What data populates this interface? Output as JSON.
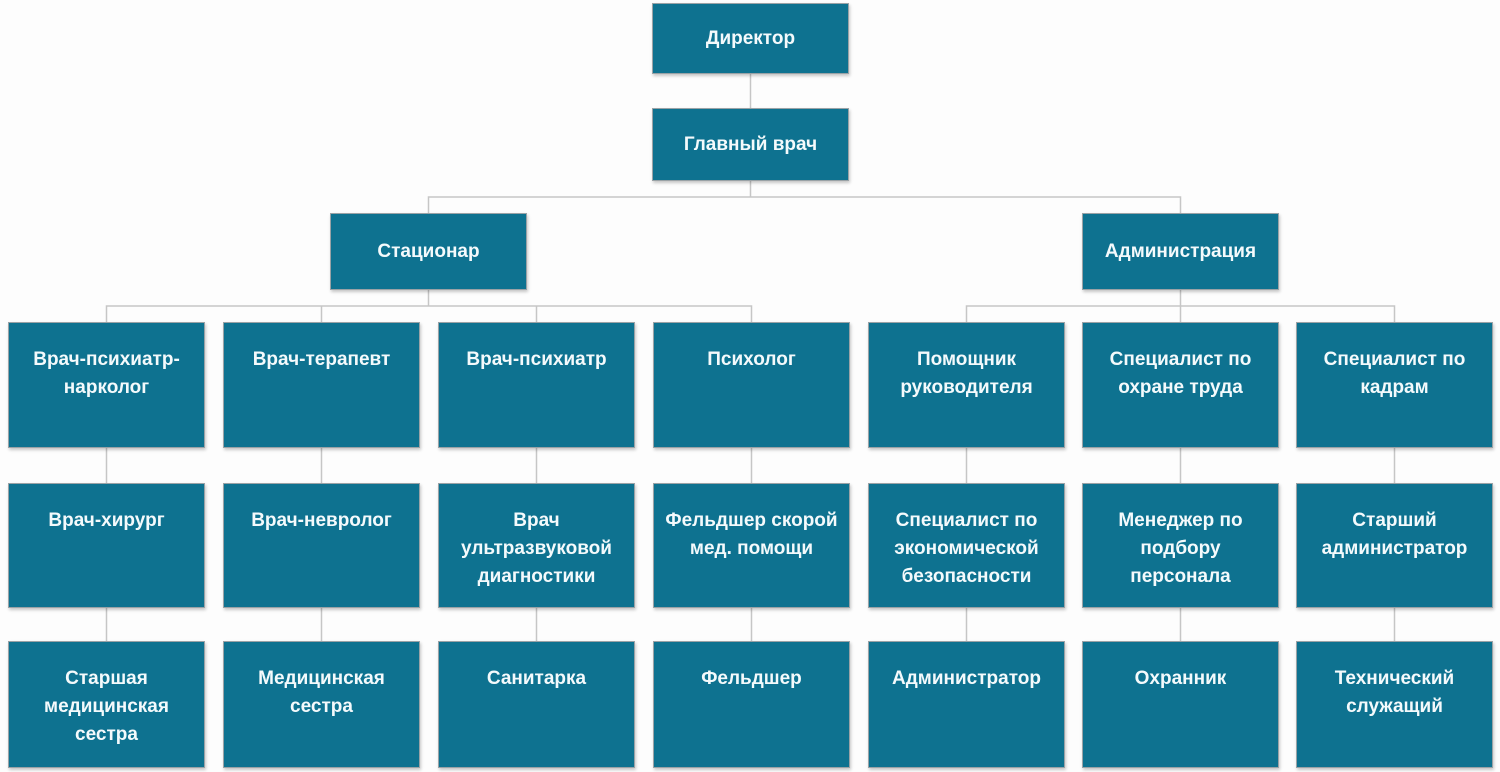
{
  "diagram": {
    "type": "org-chart",
    "language": "ru",
    "colors": {
      "node_fill": "#0e7290",
      "node_border": "#9aa2a6",
      "node_text": "#f4fafc",
      "connector": "#c6c6c6",
      "background": "#fdfdfd"
    },
    "nodes": [
      {
        "id": "director",
        "label": "Директор",
        "level": 1,
        "parent": null
      },
      {
        "id": "chief-physician",
        "label": "Главный врач",
        "level": 2,
        "parent": "director"
      },
      {
        "id": "inpatient-dept",
        "label": "Стационар",
        "level": 3,
        "parent": "chief-physician"
      },
      {
        "id": "administration-dept",
        "label": "Администрация",
        "level": 3,
        "parent": "chief-physician"
      },
      {
        "id": "psychiatrist-narcologist",
        "label": "Врач-психиатр-нарколог",
        "level": 4,
        "parent": "inpatient-dept"
      },
      {
        "id": "therapist",
        "label": "Врач-терапевт",
        "level": 4,
        "parent": "inpatient-dept"
      },
      {
        "id": "psychiatrist",
        "label": "Врач-психиатр",
        "level": 4,
        "parent": "inpatient-dept"
      },
      {
        "id": "psychologist",
        "label": "Психолог",
        "level": 4,
        "parent": "inpatient-dept"
      },
      {
        "id": "assistant-to-head",
        "label": "Помощник руководителя",
        "level": 4,
        "parent": "administration-dept"
      },
      {
        "id": "labor-safety-specialist",
        "label": "Специалист по охране труда",
        "level": 4,
        "parent": "administration-dept"
      },
      {
        "id": "hr-specialist",
        "label": "Специалист по кадрам",
        "level": 4,
        "parent": "administration-dept"
      },
      {
        "id": "surgeon",
        "label": "Врач-хирург",
        "level": 5,
        "parent": "psychiatrist-narcologist"
      },
      {
        "id": "neurologist",
        "label": "Врач-невролог",
        "level": 5,
        "parent": "therapist"
      },
      {
        "id": "ultrasound-doctor",
        "label": "Врач ультразвуковой диагностики",
        "level": 5,
        "parent": "psychiatrist"
      },
      {
        "id": "ambulance-paramedic",
        "label": "Фельдшер скорой мед. помощи",
        "level": 5,
        "parent": "psychologist"
      },
      {
        "id": "economic-security-specialist",
        "label": "Специалист по экономической безопасности",
        "level": 5,
        "parent": "assistant-to-head"
      },
      {
        "id": "recruiting-manager",
        "label": "Менеджер по подбору персонала",
        "level": 5,
        "parent": "labor-safety-specialist"
      },
      {
        "id": "senior-administrator",
        "label": "Старший администратор",
        "level": 5,
        "parent": "hr-specialist"
      },
      {
        "id": "head-nurse",
        "label": "Старшая медицинская сестра",
        "level": 6,
        "parent": "surgeon"
      },
      {
        "id": "nurse",
        "label": "Медицинская сестра",
        "level": 6,
        "parent": "neurologist"
      },
      {
        "id": "orderly",
        "label": "Санитарка",
        "level": 6,
        "parent": "ultrasound-doctor"
      },
      {
        "id": "paramedic",
        "label": "Фельдшер",
        "level": 6,
        "parent": "ambulance-paramedic"
      },
      {
        "id": "administrator",
        "label": "Администратор",
        "level": 6,
        "parent": "economic-security-specialist"
      },
      {
        "id": "security-guard",
        "label": "Охранник",
        "level": 6,
        "parent": "recruiting-manager"
      },
      {
        "id": "technical-worker",
        "label": "Технический служащий",
        "level": 6,
        "parent": "senior-administrator"
      }
    ]
  }
}
